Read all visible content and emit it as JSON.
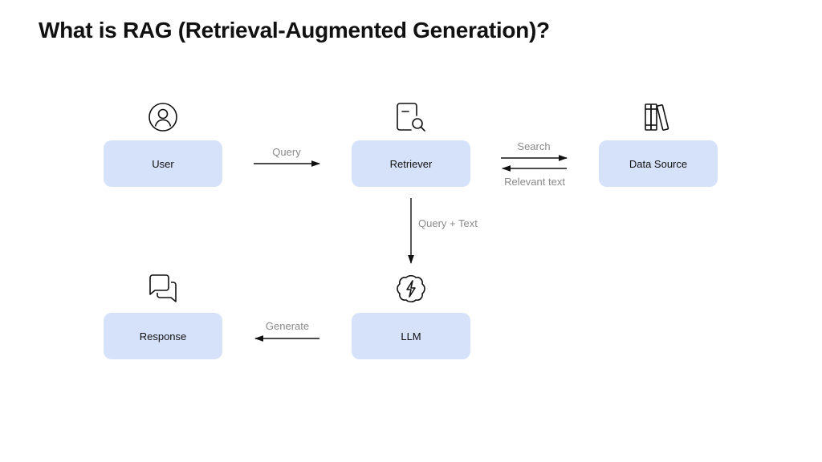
{
  "title": "What is RAG (Retrieval-Augmented Generation)?",
  "nodes": {
    "user": "User",
    "retriever": "Retriever",
    "data_source": "Data Source",
    "llm": "LLM",
    "response": "Response"
  },
  "edges": {
    "query": "Query",
    "search": "Search",
    "relevant_text": "Relevant text",
    "query_text": "Query + Text",
    "generate": "Generate"
  },
  "icons": {
    "user": "user-circle-icon",
    "retriever": "document-search-icon",
    "data_source": "books-icon",
    "llm": "brain-lightning-icon",
    "response": "chat-bubbles-icon"
  },
  "colors": {
    "node_fill": "#d6e2fa",
    "edge_label": "#8a8a8a",
    "arrow": "#111111"
  }
}
